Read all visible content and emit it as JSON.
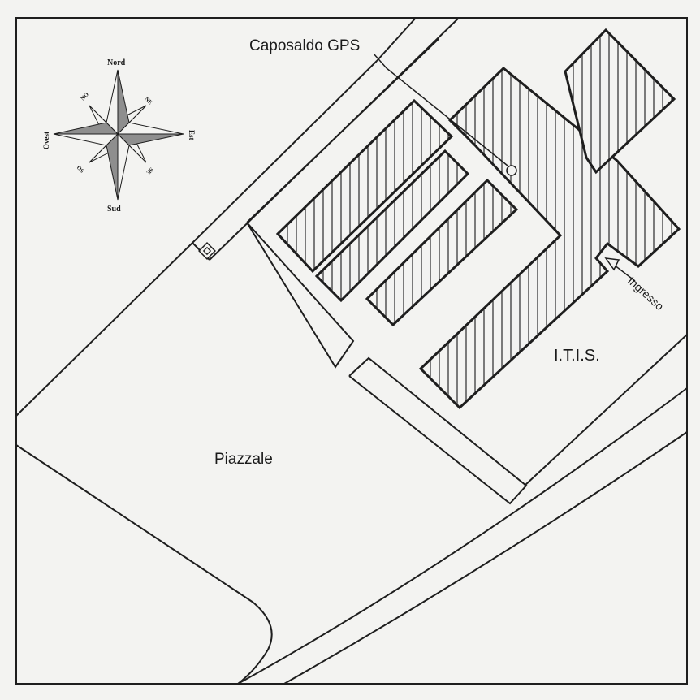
{
  "map": {
    "labels": {
      "gps": "Caposaldo GPS",
      "school": "I.T.I.S.",
      "square": "Piazzale",
      "entrance": "Ingresso"
    },
    "compass": {
      "north": "Nord",
      "south": "Sud",
      "east": "Est",
      "west": "Ovest",
      "ne": "NE",
      "no": "NO",
      "se": "SE",
      "so": "SO"
    },
    "markers": {
      "benchmark": "Caposaldo GPS",
      "square_marker": "square-marker-icon"
    },
    "colors": {
      "background": "#f3f3f1",
      "ink": "#1e1e1e",
      "compass_shade": "#8e8e8e"
    }
  }
}
